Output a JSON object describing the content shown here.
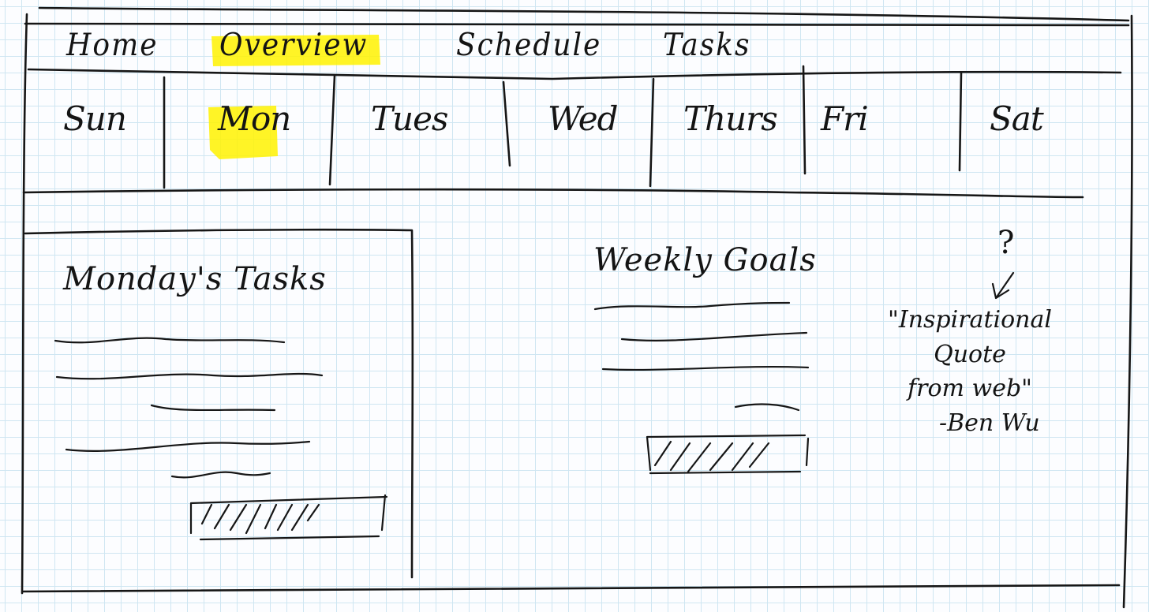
{
  "nav": {
    "items": [
      {
        "label": "Home",
        "active": false
      },
      {
        "label": "Overview",
        "active": true
      },
      {
        "label": "Schedule",
        "active": false
      },
      {
        "label": "Tasks",
        "active": false
      }
    ],
    "highlight_color": "#fff200"
  },
  "days": [
    {
      "label": "Sun",
      "active": false
    },
    {
      "label": "Mon",
      "active": true
    },
    {
      "label": "Tues",
      "active": false
    },
    {
      "label": "Wed",
      "active": false
    },
    {
      "label": "Thurs",
      "active": false
    },
    {
      "label": "Fri",
      "active": false
    },
    {
      "label": "Sat",
      "active": false
    }
  ],
  "tasks_panel": {
    "title": "Monday's Tasks",
    "item_count": 5,
    "has_progress_bar": true
  },
  "goals_panel": {
    "title": "Weekly Goals",
    "item_count": 4,
    "has_progress_bar": true
  },
  "quote": {
    "question_mark": "?",
    "text_line1": "\"Inspirational Quote",
    "text_line2": "from web\"",
    "author": "-Ben Wu"
  }
}
